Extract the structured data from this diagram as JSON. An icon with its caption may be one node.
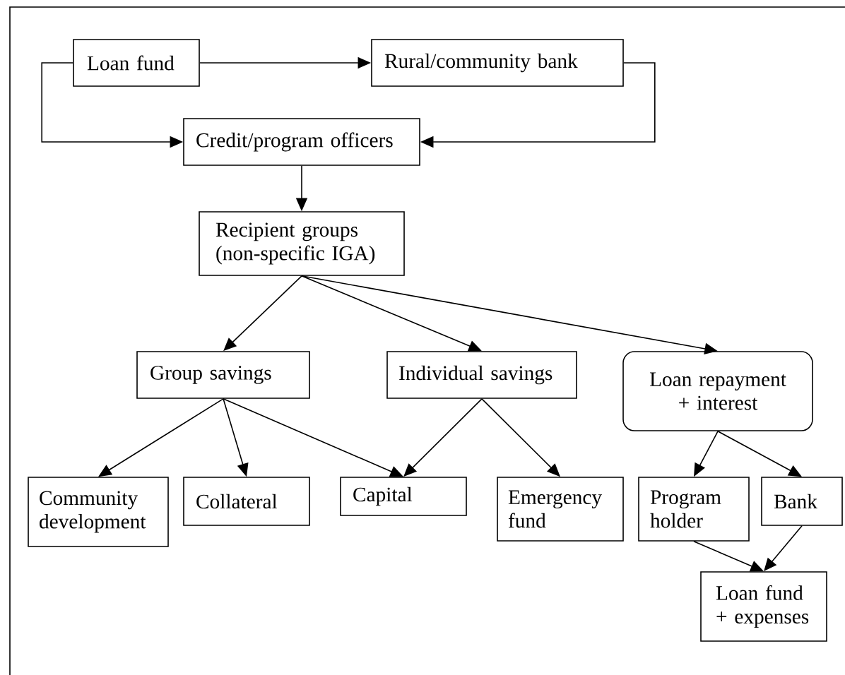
{
  "diagram": {
    "nodes": [
      {
        "text": [
          "Loan fund"
        ]
      },
      {
        "text": [
          "Rural/community bank"
        ]
      },
      {
        "text": [
          "Credit/program officers"
        ]
      },
      {
        "text": [
          "Recipient groups (non-specific IGA)"
        ]
      },
      {
        "text": [
          "Group savings"
        ]
      },
      {
        "text": [
          "Individual savings"
        ]
      },
      {
        "text": [
          "Loan repayment + interest"
        ]
      },
      {
        "text": [
          "Community development"
        ]
      },
      {
        "text": [
          "Collateral"
        ]
      },
      {
        "text": [
          "Capital"
        ]
      },
      {
        "text": [
          "Emergency fund"
        ]
      },
      {
        "text": [
          "Program holder"
        ]
      },
      {
        "text": [
          "Bank"
        ]
      },
      {
        "text": [
          "Loan fund + expenses"
        ]
      }
    ],
    "edges": [
      {
        "from": 0,
        "to": 1,
        "arrow": "to"
      },
      {
        "from": 0,
        "to": 2,
        "arrow": "to"
      },
      {
        "from": 1,
        "to": 2,
        "arrow": "to"
      },
      {
        "from": 2,
        "to": 3,
        "arrow": "to"
      },
      {
        "from": 3,
        "to": 4,
        "arrow": "to"
      },
      {
        "from": 3,
        "to": 5,
        "arrow": "to"
      },
      {
        "from": 3,
        "to": 6,
        "arrow": "to"
      },
      {
        "from": 4,
        "to": 7,
        "arrow": "to"
      },
      {
        "from": 4,
        "to": 8,
        "arrow": "to"
      },
      {
        "from": 4,
        "to": 9,
        "arrow": "to"
      },
      {
        "from": 5,
        "to": 9,
        "arrow": "to"
      },
      {
        "from": 5,
        "to": 10,
        "arrow": "to"
      },
      {
        "from": 6,
        "to": 11,
        "arrow": "to"
      },
      {
        "from": 6,
        "to": 12,
        "arrow": "to"
      },
      {
        "from": 11,
        "to": 13,
        "arrow": "to"
      },
      {
        "from": 12,
        "to": 13,
        "arrow": "to"
      }
    ]
  }
}
